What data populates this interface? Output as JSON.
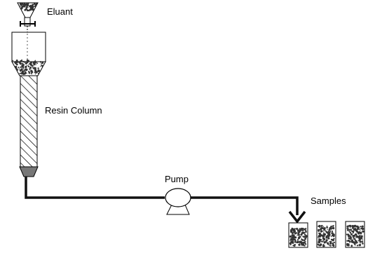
{
  "labels": {
    "eluant": "Eluant",
    "resin_column": "Resin Column",
    "pump": "Pump",
    "samples": "Samples"
  },
  "colors": {
    "stroke": "#000000",
    "tube": "#111111",
    "fill": "#ffffff",
    "tip": "#777777",
    "speckle": "#333333"
  },
  "icons": [
    "eluant-funnel-icon",
    "stopcock-icon",
    "pump-icon",
    "sample-vial-icon"
  ]
}
